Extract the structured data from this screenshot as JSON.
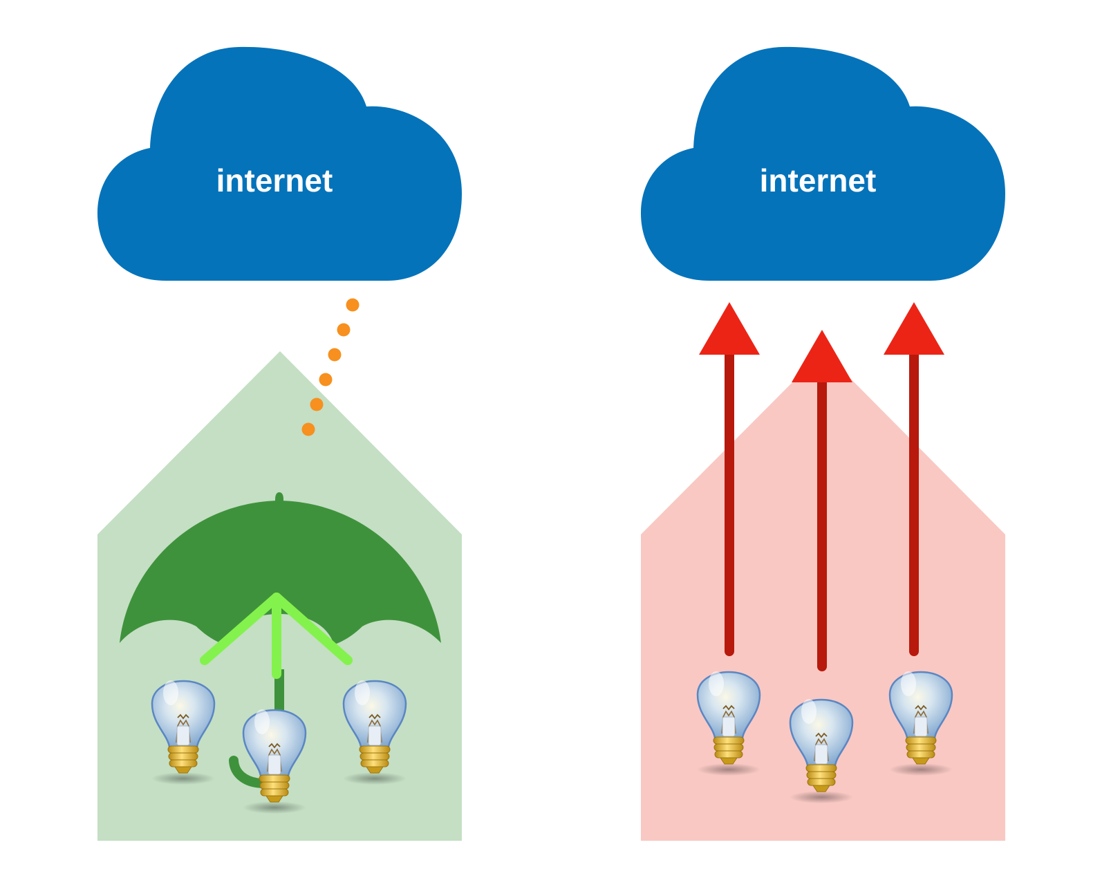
{
  "left_panel": {
    "cloud": {
      "label": "internet",
      "color": "#0473ba"
    },
    "house_color": "#c4dfc4",
    "umbrella_color": "#3f923c",
    "shield_arrow_color": "#84f24c",
    "blocked_dots_color": "#f7901e",
    "bulb_count": 3
  },
  "right_panel": {
    "cloud": {
      "label": "internet",
      "color": "#0473ba"
    },
    "house_color": "#f9c8c3",
    "arrow_head_color": "#ec2416",
    "arrow_shaft_color": "#b7190c",
    "bulb_count": 3
  }
}
